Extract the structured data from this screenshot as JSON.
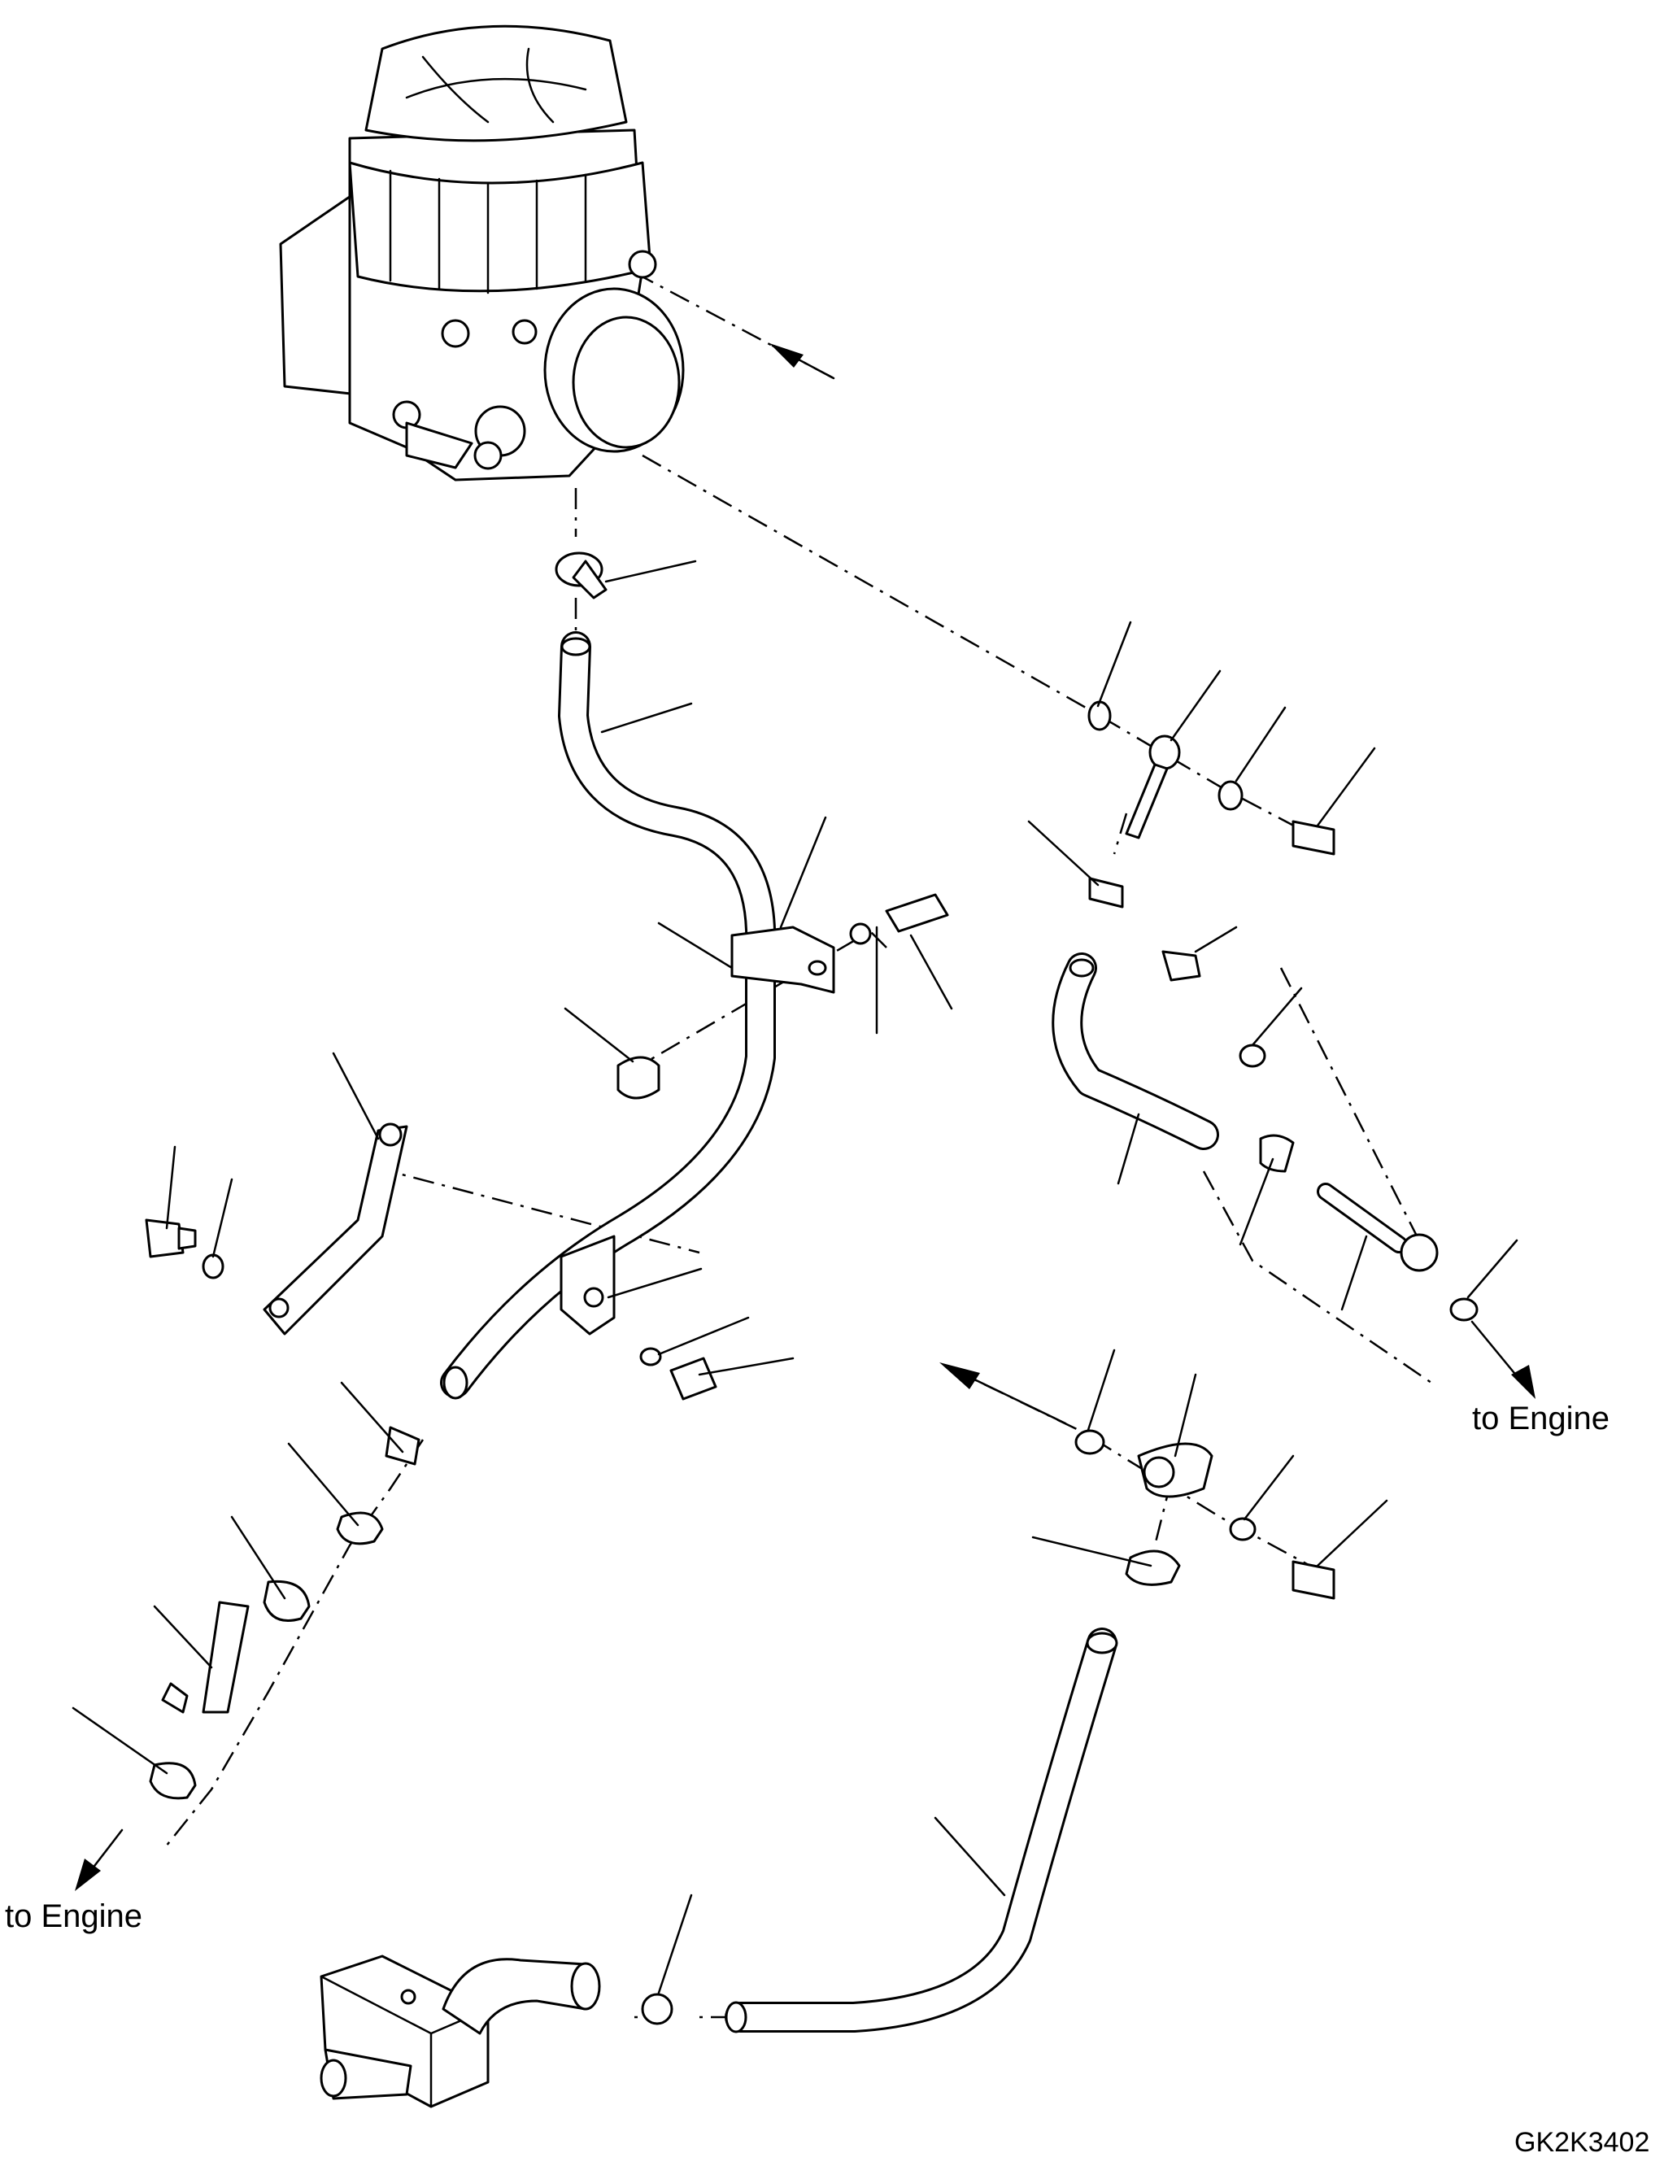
{
  "labels": {
    "to_engine_right": "to Engine",
    "to_engine_left": "to Engine",
    "drawing_code": "GK2K3402"
  }
}
